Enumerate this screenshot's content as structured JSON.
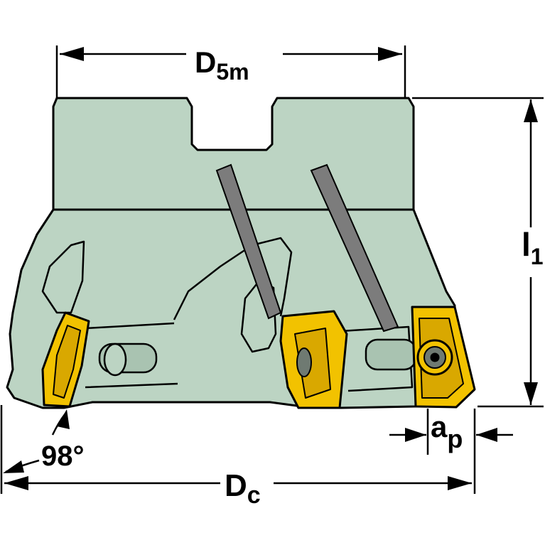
{
  "labels": {
    "d5m": {
      "main": "D",
      "sub": "5m"
    },
    "l1": {
      "main": "l",
      "sub": "1"
    },
    "ap": {
      "main": "a",
      "sub": "p"
    },
    "dc": {
      "main": "D",
      "sub": "c"
    },
    "angle": "98°"
  },
  "colors": {
    "background": "#ffffff",
    "body": "#bcd4c3",
    "body_shade": "#a9c3b1",
    "outline": "#000000",
    "insert": "#f2c200",
    "insert_shade": "#d9a800",
    "stripe": "#7c7c7c",
    "screw": "#6f7a72"
  }
}
